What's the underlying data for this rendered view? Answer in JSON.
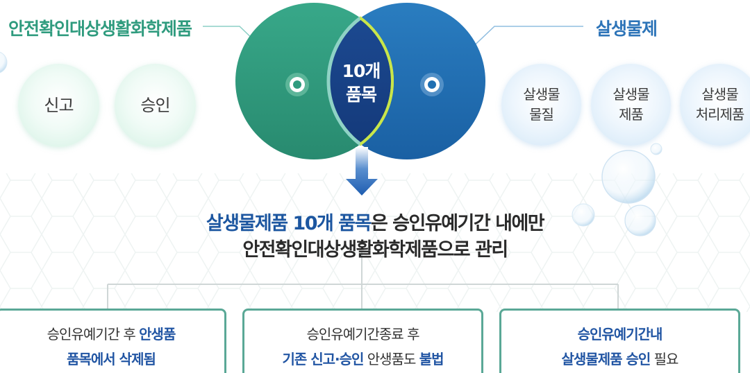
{
  "left_title": "안전확인대상생활화학제품",
  "right_title": "살생물제",
  "left_bubbles": [
    "신고",
    "승인"
  ],
  "right_bubbles": [
    {
      "line1": "살생물",
      "line2": "물질"
    },
    {
      "line1": "살생물",
      "line2": "제품"
    },
    {
      "line1": "살생물",
      "line2": "처리제품"
    }
  ],
  "center": {
    "line1": "10개",
    "line2": "품목"
  },
  "headline": {
    "line1_highlight": "살생물제품 10개 품목",
    "line1_rest": "은 승인유예기간 내에만",
    "line2": "안전확인대상생활화학제품으로 관리"
  },
  "boxes": [
    {
      "line1_plain": "승인유예기간 후 ",
      "line1_bold": "안생품",
      "line2_bold": "품목에서 삭제됨",
      "line2_plain": ""
    },
    {
      "line1_plain": "승인유예기간종료 후",
      "line1_bold": "",
      "line2_bold": "기존 신고·승인",
      "line2_plain": " 안생품도 ",
      "line2_bold2": "불법"
    },
    {
      "line1_plain": "",
      "line1_bold": "승인유예기간내",
      "line2_bold": "살생물제품 승인",
      "line2_plain": " 필요"
    }
  ],
  "colors": {
    "green": "#2f9b7e",
    "blue": "#1f6fb2",
    "navy": "#173f86",
    "lens_outline": "#c9e64a",
    "highlight_text": "#1c56a0",
    "box_border": "#5aa896"
  },
  "icons": [
    "target-icon",
    "arrow-down-icon"
  ]
}
